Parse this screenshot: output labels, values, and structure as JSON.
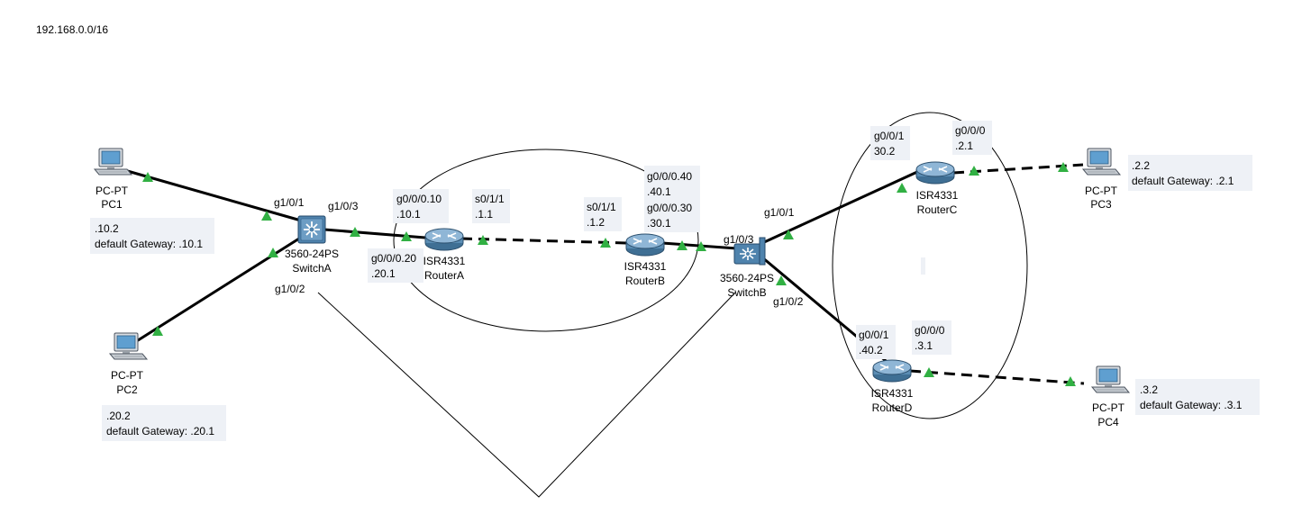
{
  "network_label": "192.168.0.0/16",
  "colors": {
    "link": "#000000",
    "port_ok": "#31b043",
    "label_bg": "#eef1f6",
    "device_blue": "#5f8fb5"
  },
  "devices": {
    "pc1": {
      "type": "PC-PT",
      "name": "PC1",
      "icon": "pc-icon"
    },
    "pc2": {
      "type": "PC-PT",
      "name": "PC2",
      "icon": "pc-icon"
    },
    "pc3": {
      "type": "PC-PT",
      "name": "PC3",
      "icon": "pc-icon"
    },
    "pc4": {
      "type": "PC-PT",
      "name": "PC4",
      "icon": "pc-icon"
    },
    "switch_a": {
      "type": "3560-24PS",
      "name": "SwitchA",
      "icon": "multilayer-switch-icon"
    },
    "switch_b": {
      "type": "3560-24PS",
      "name": "SwitchB",
      "icon": "multilayer-switch-icon"
    },
    "router_a": {
      "type": "ISR4331",
      "name": "RouterA",
      "icon": "router-icon"
    },
    "router_b": {
      "type": "ISR4331",
      "name": "RouterB",
      "icon": "router-icon"
    },
    "router_c": {
      "type": "ISR4331",
      "name": "RouterC",
      "icon": "router-icon"
    },
    "router_d": {
      "type": "ISR4331",
      "name": "RouterD",
      "icon": "router-icon"
    }
  },
  "notes": {
    "pc1": [
      ".10.2",
      "default Gateway: .10.1"
    ],
    "pc2": [
      ".20.2",
      "default Gateway: .20.1"
    ],
    "pc3": [
      ".2.2",
      "default Gateway: .2.1"
    ],
    "pc4": [
      ".3.2",
      "default Gateway: .3.1"
    ],
    "ra_g0_10": [
      "g0/0/0.10",
      ".10.1"
    ],
    "ra_g0_20": [
      "g0/0/0.20",
      ".20.1"
    ],
    "ra_s0": [
      "s0/1/1",
      ".1.1"
    ],
    "rb_s0": [
      "s0/1/1",
      ".1.2"
    ],
    "rb_g0": [
      "g0/0/0.40",
      ".40.1",
      "g0/0/0.30",
      ".30.1"
    ],
    "rc_g1": [
      "g0/0/1",
      "30.2"
    ],
    "rc_g0": [
      "g0/0/0",
      ".2.1"
    ],
    "rd_g1": [
      "g0/0/1",
      ".40.2"
    ],
    "rd_g0": [
      "g0/0/0",
      ".3.1"
    ]
  },
  "port_labels": {
    "sa_g1_0_1": "g1/0/1",
    "sa_g1_0_3": "g1/0/3",
    "sa_g1_0_2": "g1/0/2",
    "sb_g1_0_3": "g1/0/3",
    "sb_g1_0_1": "g1/0/1",
    "sb_g1_0_2": "g1/0/2"
  },
  "links": [
    {
      "from": "pc1",
      "to": "switch_a",
      "style": "copper-straight"
    },
    {
      "from": "pc2",
      "to": "switch_a",
      "style": "copper-straight"
    },
    {
      "from": "switch_a",
      "to": "router_a",
      "style": "copper-straight"
    },
    {
      "from": "router_a",
      "to": "router_b",
      "style": "serial"
    },
    {
      "from": "router_b",
      "to": "switch_b",
      "style": "copper-straight"
    },
    {
      "from": "switch_b",
      "to": "router_c",
      "style": "copper-straight"
    },
    {
      "from": "switch_b",
      "to": "router_d",
      "style": "copper-straight"
    },
    {
      "from": "router_c",
      "to": "pc3",
      "style": "copper-cross"
    },
    {
      "from": "router_d",
      "to": "pc4",
      "style": "copper-cross"
    }
  ]
}
